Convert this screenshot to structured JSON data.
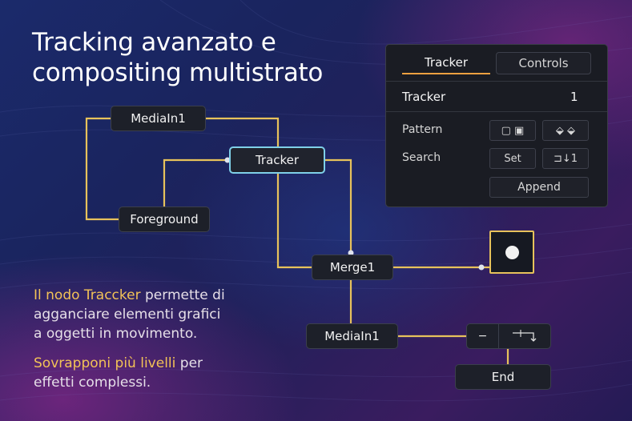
{
  "title": {
    "line1": "Tracking avanzato e",
    "line2": "compositing multistrato"
  },
  "nodes": {
    "mediain_top": "MediaIn1",
    "tracker": "Tracker",
    "foreground": "Foreground",
    "merge": "Merge1",
    "mediain_bottom": "MediaIn1",
    "end": "End",
    "split_left": "−",
    "split_right_icon": "step-arrow-icon"
  },
  "viewer": {
    "icon": "circle-dot-icon"
  },
  "panel": {
    "tabs": [
      {
        "label": "Tracker",
        "active": true
      },
      {
        "label": "Controls",
        "active": false
      }
    ],
    "header_label": "Tracker",
    "header_value": "1",
    "pattern_label": "Pattern",
    "search_label": "Search",
    "pattern_buttons": [
      "▢ ▣",
      "⬙ ⬙"
    ],
    "search_buttons": [
      "Set",
      "⊐↓1"
    ],
    "append_label": "Append"
  },
  "description": {
    "p1_highlight": "Il nodo Traccker",
    "p1_line1_rest": " permette di",
    "p1_line2": "agganciare elementi grafici",
    "p1_line3": "a oggetti in movimento.",
    "p2_highlight": "Sovrapponi più livelli",
    "p2_line1_rest": " per",
    "p2_line2": "effetti complessi."
  },
  "colors": {
    "wire": "#e7c25b",
    "accent_tab": "#f0a040",
    "selected_border": "#7fd0e8",
    "highlight_text": "#f2c257"
  }
}
